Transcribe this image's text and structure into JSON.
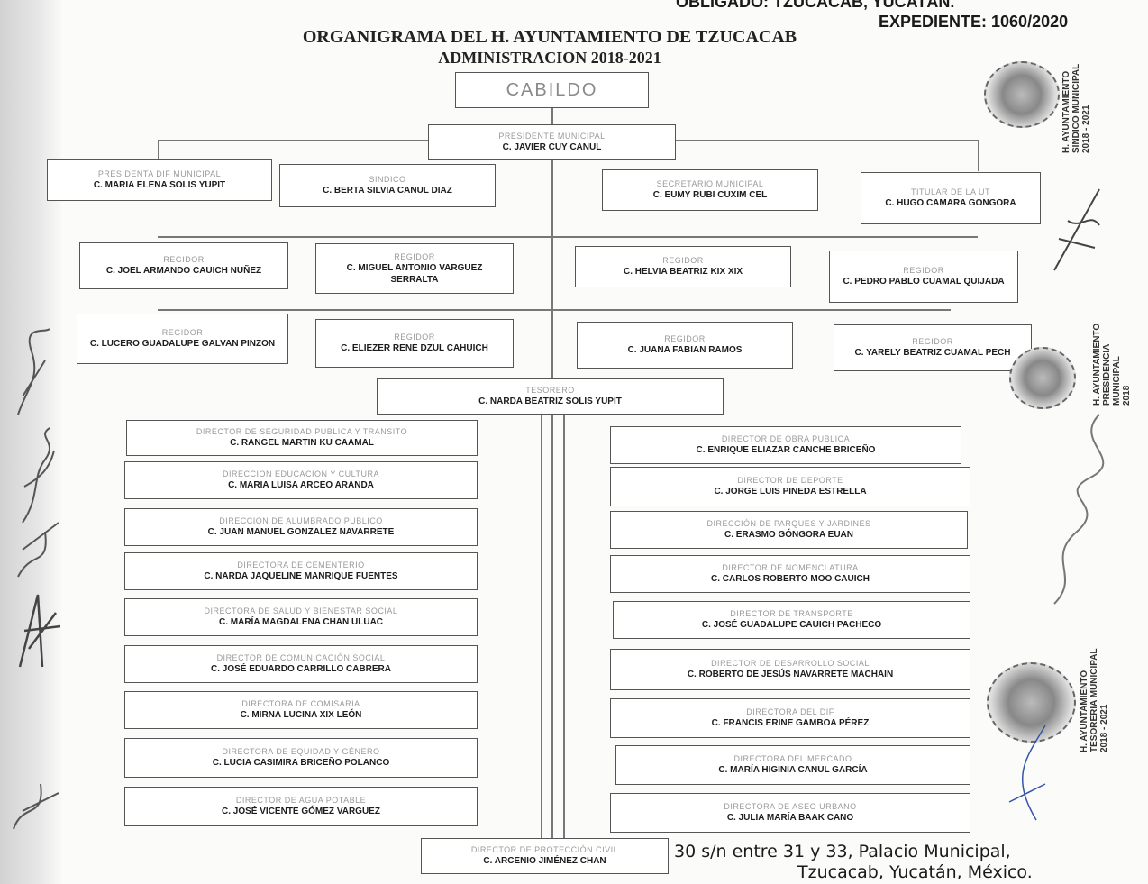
{
  "header": {
    "obligado": "OBLIGADO: TZUCACAB, YUCATÁN.",
    "expediente": "EXPEDIENTE: 1060/2020"
  },
  "title": {
    "line1": "ORGANIGRAMA DEL H. AYUNTAMIENTO DE TZUCACAB",
    "line2": "ADMINISTRACION 2018-2021"
  },
  "cabildo": "CABILDO",
  "presidente": {
    "role": "PRESIDENTE MUNICIPAL",
    "name": "C. JAVIER CUY CANUL"
  },
  "row1": [
    {
      "role": "PRESIDENTA DIF MUNICIPAL",
      "name": "C. MARIA ELENA SOLIS YUPIT"
    },
    {
      "role": "SINDICO",
      "name": "C. BERTA SILVIA CANUL DIAZ"
    },
    {
      "role": "SECRETARIO MUNICIPAL",
      "name": "C. EUMY RUBI CUXIM CEL"
    },
    {
      "role": "TITULAR DE LA UT",
      "name": "C. HUGO CAMARA GONGORA"
    }
  ],
  "row2": [
    {
      "role": "REGIDOR",
      "name": "C. JOEL ARMANDO CAUICH NUÑEZ"
    },
    {
      "role": "REGIDOR",
      "name": "C. MIGUEL ANTONIO VARGUEZ SERRALTA"
    },
    {
      "role": "REGIDOR",
      "name": "C. HELVIA BEATRIZ KIX XIX"
    },
    {
      "role": "REGIDOR",
      "name": "C. PEDRO PABLO CUAMAL QUIJADA"
    }
  ],
  "row3": [
    {
      "role": "REGIDOR",
      "name": "C. LUCERO GUADALUPE GALVAN PINZON"
    },
    {
      "role": "REGIDOR",
      "name": "C. ELIEZER RENE DZUL CAHUICH"
    },
    {
      "role": "REGIDOR",
      "name": "C. JUANA FABIAN RAMOS"
    },
    {
      "role": "REGIDOR",
      "name": "C. YARELY BEATRIZ CUAMAL PECH"
    }
  ],
  "tesorera": {
    "role": "TESORERO",
    "name": "C. NARDA BEATRIZ SOLIS YUPIT"
  },
  "left_depts": [
    {
      "role": "DIRECTOR DE SEGURIDAD PUBLICA Y TRANSITO",
      "name": "C. RANGEL MARTIN KU CAAMAL"
    },
    {
      "role": "DIRECCION EDUCACION Y CULTURA",
      "name": "C. MARIA LUISA ARCEO ARANDA"
    },
    {
      "role": "DIRECCION DE ALUMBRADO PUBLICO",
      "name": "C. JUAN MANUEL GONZALEZ NAVARRETE"
    },
    {
      "role": "DIRECTORA DE CEMENTERIO",
      "name": "C. NARDA JAQUELINE MANRIQUE FUENTES"
    },
    {
      "role": "DIRECTORA DE SALUD Y BIENESTAR SOCIAL",
      "name": "C. MARÍA MAGDALENA CHAN ULUAC"
    },
    {
      "role": "DIRECTOR DE COMUNICACIÓN SOCIAL",
      "name": "C. JOSÉ EDUARDO CARRILLO CABRERA"
    },
    {
      "role": "DIRECTORA DE COMISARIA",
      "name": "C. MIRNA LUCINA XIX LEÓN"
    },
    {
      "role": "DIRECTORA DE EQUIDAD Y GÉNERO",
      "name": "C. LUCIA CASIMIRA BRICEÑO POLANCO"
    },
    {
      "role": "DIRECTOR DE AGUA POTABLE",
      "name": "C. JOSÉ VICENTE GÓMEZ VARGUEZ"
    }
  ],
  "right_depts": [
    {
      "role": "DIRECTOR DE OBRA PUBLICA",
      "name": "C. ENRIQUE ELIAZAR CANCHE BRICEÑO"
    },
    {
      "role": "DIRECTOR DE DEPORTE",
      "name": "C. JORGE LUIS PINEDA ESTRELLA"
    },
    {
      "role": "DIRECCIÓN DE PARQUES Y JARDINES",
      "name": "C. ERASMO GÓNGORA EUAN"
    },
    {
      "role": "DIRECTOR DE NOMENCLATURA",
      "name": "C. CARLOS ROBERTO MOO CAUICH"
    },
    {
      "role": "DIRECTOR DE TRANSPORTE",
      "name": "C. JOSÉ GUADALUPE CAUICH PACHECO"
    },
    {
      "role": "DIRECTOR DE DESARROLLO SOCIAL",
      "name": "C. ROBERTO DE JESÚS NAVARRETE MACHAIN"
    },
    {
      "role": "DIRECTORA DEL DIF",
      "name": "C. FRANCIS ERINE GAMBOA PÉREZ"
    },
    {
      "role": "DIRECTORA DEL MERCADO",
      "name": "C. MARÍA HIGINIA CANUL GARCÍA"
    },
    {
      "role": "DIRECTORA DE ASEO URBANO",
      "name": "C. JULIA MARÍA BAAK CANO"
    }
  ],
  "proteccion": {
    "role": "DIRECTOR DE PROTECCIÓN CIVIL",
    "name": "C. ARCENIO JIMÉNEZ CHAN"
  },
  "footer": {
    "line1": "30 s/n entre 31 y 33, Palacio Municipal,",
    "line2": "Tzucacab, Yucatán, México."
  },
  "stamps": {
    "top": [
      "H. AYUNTAMIENTO",
      "SINDICO MUNICIPAL",
      "2018 - 2021"
    ],
    "mid": [
      "H. AYUNTAMIENTO",
      "PRESIDENCIA MUNICIPAL",
      "2018"
    ],
    "bottom": [
      "H. AYUNTAMIENTO",
      "TESORERIA MUNICIPAL",
      "2018 - 2021"
    ]
  }
}
